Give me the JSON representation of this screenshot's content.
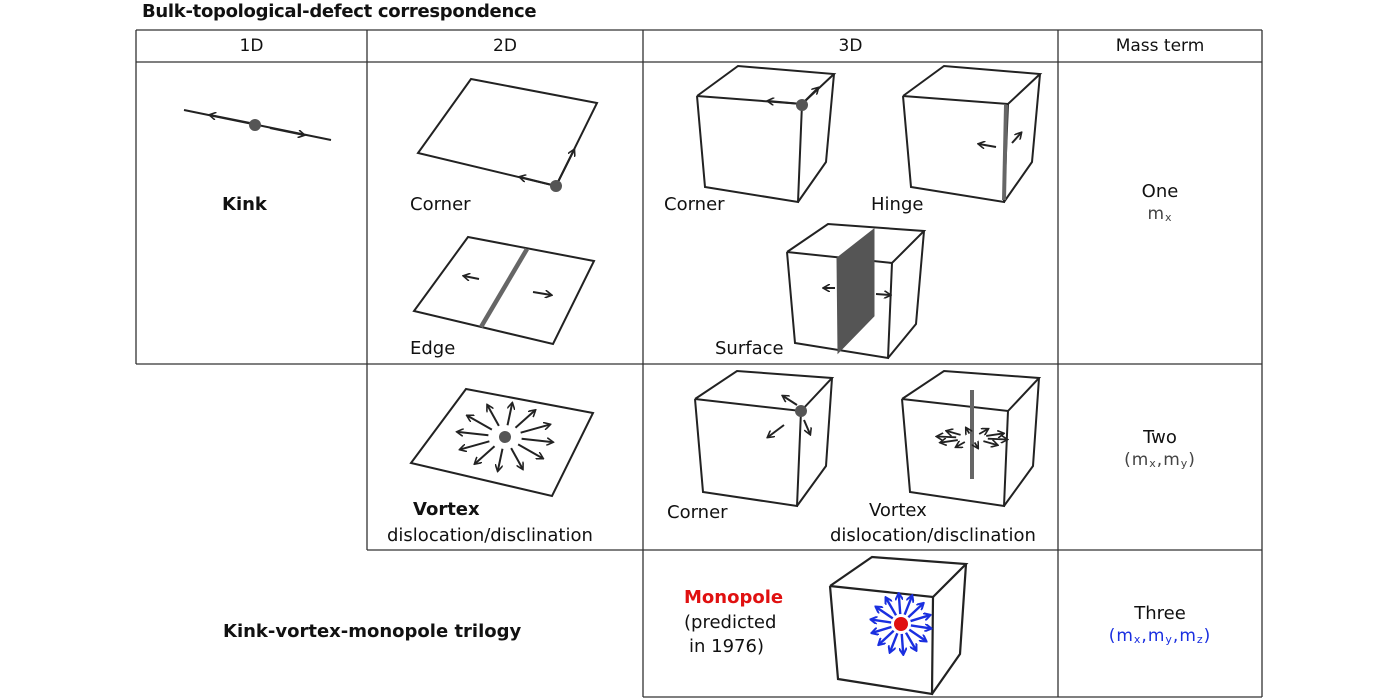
{
  "title": "Bulk-topological-defect correspondence",
  "headers": [
    "1D",
    "2D",
    "3D",
    "Mass term"
  ],
  "row1": {
    "d1_label": "Kink",
    "d2_labels": [
      "Corner",
      "Edge"
    ],
    "d3_labels": [
      "Corner",
      "Hinge",
      "Surface"
    ],
    "mass": {
      "count": "One",
      "term_base": "m",
      "term_subs": [
        "x"
      ]
    }
  },
  "row2": {
    "d2_label_bold": "Vortex",
    "d2_label_sub": "dislocation/disclination",
    "d3_labels": [
      "Corner",
      "Vortex",
      "dislocation/disclination"
    ],
    "mass": {
      "count": "Two",
      "term_base": "m",
      "term_subs": [
        "x",
        "y"
      ]
    }
  },
  "row3": {
    "left_label": "Kink-vortex-monopole trilogy",
    "monopole_label": "Monopole",
    "monopole_note_1": "(predicted",
    "monopole_note_2": "in 1976)",
    "mass": {
      "count": "Three",
      "term_base": "m",
      "term_subs": [
        "x",
        "y",
        "z"
      ]
    }
  },
  "colors": {
    "accent_red": "#e01010",
    "accent_blue": "#1a2fe0",
    "defect_gray": "#555555",
    "line": "#222222"
  }
}
